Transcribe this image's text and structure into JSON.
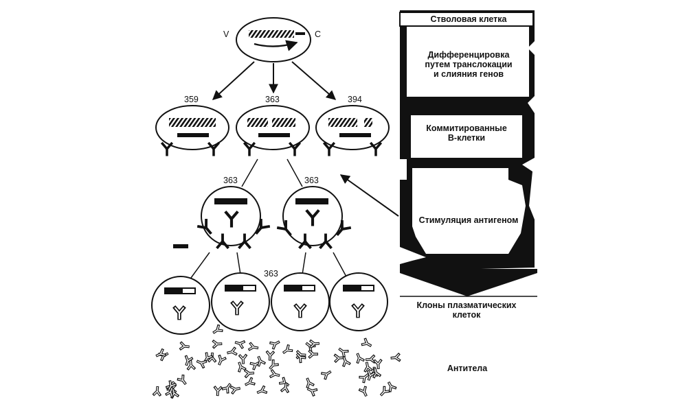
{
  "diagram": {
    "gene_labels": {
      "v": "V",
      "c": "C"
    },
    "clone_numbers": {
      "committed": [
        "359",
        "363",
        "394"
      ],
      "stimulated": [
        "363",
        "363"
      ],
      "plasma": "363"
    },
    "stages": {
      "stem_cell": "Стволовая клетка",
      "differentiation": "Дифференцировка\nпутем транслокации\nи слияния генов",
      "committed_b_cells": "Коммитированные\nB-клетки",
      "antigen_stimulation": "Стимуляция антигеном",
      "plasma_clones": "Клоны плазматических\nклеток",
      "antibodies": "Антитела"
    },
    "colors": {
      "ink": "#111111",
      "background": "#ffffff"
    }
  }
}
